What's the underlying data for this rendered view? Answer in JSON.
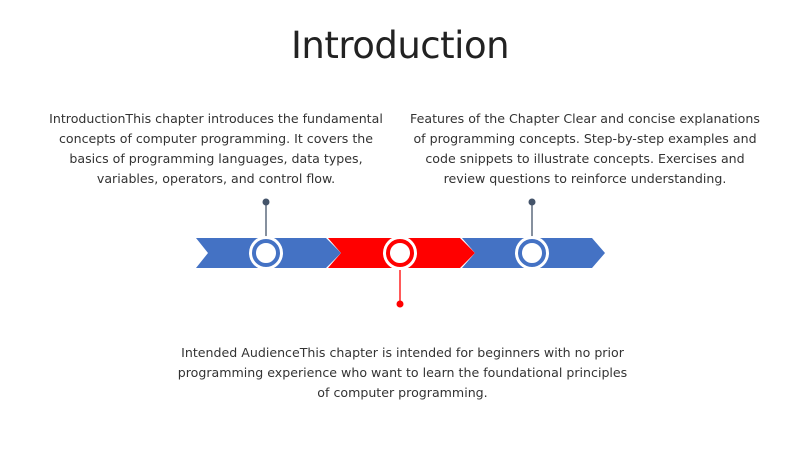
{
  "slide": {
    "title": "Introduction",
    "milestones": [
      {
        "text": "IntroductionThis chapter introduces the fundamental concepts of computer programming. It covers the basics of programming languages, data types, variables, operators, and control flow.",
        "color": "#4472C4"
      },
      {
        "text": "Intended AudienceThis chapter is intended for beginners with no prior programming experience who want to learn the foundational principles of computer programming.",
        "color": "#FF0000"
      },
      {
        "text": "Features of the Chapter Clear and concise explanations of programming concepts. Step-by-step examples and code snippets to illustrate concepts. Exercises and review questions to reinforce understanding.",
        "color": "#4472C4"
      }
    ],
    "accent_blue": "#4472C4",
    "accent_red": "#FF0000",
    "connector_color": "#44546A"
  }
}
